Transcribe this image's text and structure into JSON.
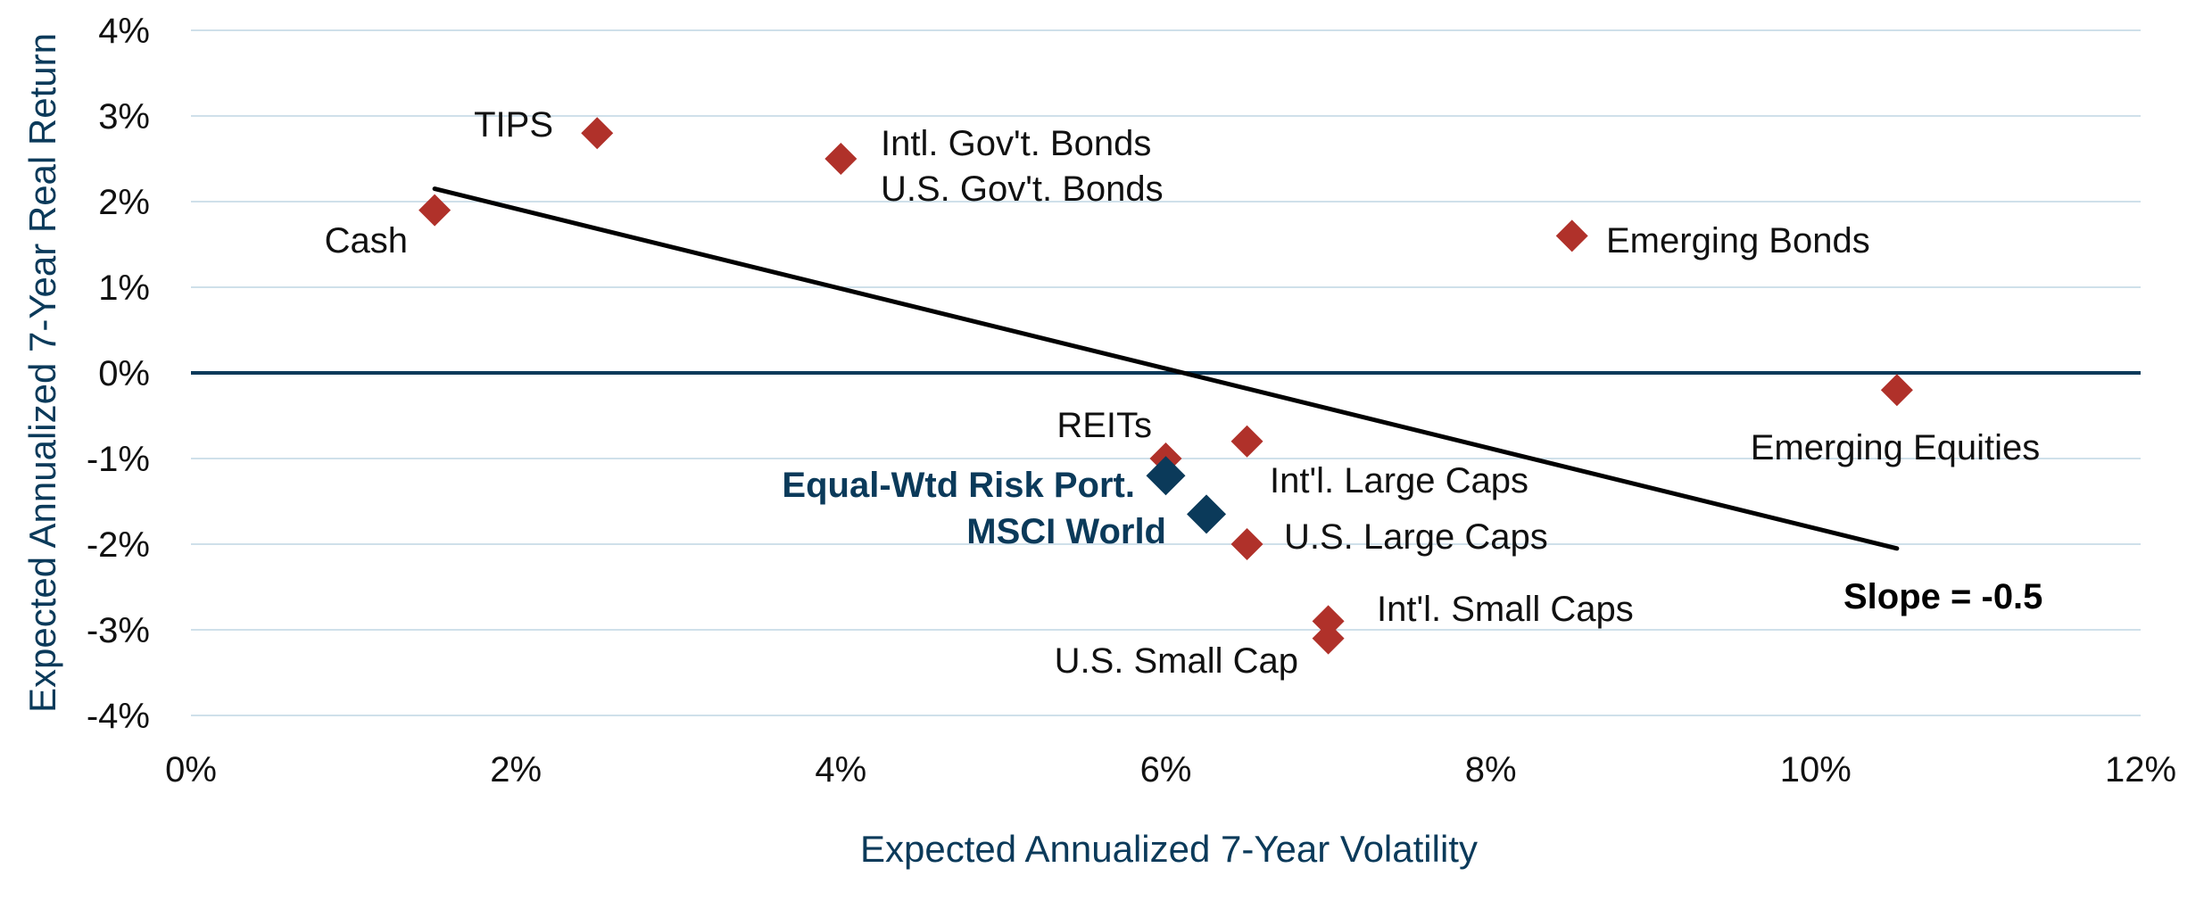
{
  "chart_data": {
    "type": "scatter",
    "title": "",
    "xlabel": "Expected Annualized 7-Year Volatility",
    "ylabel": "Expected Annualized 7-Year Real Return",
    "xlim": [
      0,
      12
    ],
    "ylim": [
      -4,
      4
    ],
    "x_ticks": [
      "0%",
      "2%",
      "4%",
      "6%",
      "8%",
      "10%",
      "12%"
    ],
    "y_ticks": [
      "4%",
      "3%",
      "2%",
      "1%",
      "0%",
      "-1%",
      "-2%",
      "-3%",
      "-4%"
    ],
    "grid": "horizontal",
    "colors": {
      "asset": "#b0312a",
      "highlight": "#0b3a5a",
      "grid": "#cfe0ea",
      "zero_line": "#0b3a5a",
      "fit_line": "#000000"
    },
    "points": [
      {
        "name": "Cash",
        "x": 1.5,
        "y": 1.9,
        "highlight": false
      },
      {
        "name": "TIPS",
        "x": 2.5,
        "y": 2.8,
        "highlight": false
      },
      {
        "name": "Intl. Gov't. Bonds / U.S. Gov't. Bonds",
        "x": 4.0,
        "y": 2.5,
        "highlight": false
      },
      {
        "name": "Emerging Bonds",
        "x": 8.5,
        "y": 1.6,
        "highlight": false
      },
      {
        "name": "Emerging Equities",
        "x": 10.5,
        "y": -0.2,
        "highlight": false
      },
      {
        "name": "REITs",
        "x": 6.0,
        "y": -1.0,
        "highlight": false
      },
      {
        "name": "Int'l. Large Caps",
        "x": 6.5,
        "y": -0.8,
        "highlight": false
      },
      {
        "name": "U.S. Large Caps",
        "x": 6.5,
        "y": -2.0,
        "highlight": false
      },
      {
        "name": "Int'l. Small Caps",
        "x": 7.0,
        "y": -2.9,
        "highlight": false
      },
      {
        "name": "U.S. Small Cap",
        "x": 7.0,
        "y": -3.1,
        "highlight": false
      },
      {
        "name": "Equal-Wtd Risk Port.",
        "x": 6.0,
        "y": -1.2,
        "highlight": true
      },
      {
        "name": "MSCI World",
        "x": 6.25,
        "y": -1.65,
        "highlight": true
      }
    ],
    "labels": {
      "cash": "Cash",
      "tips": "TIPS",
      "intl_govt": "Intl. Gov't. Bonds",
      "us_govt": "U.S. Gov't. Bonds",
      "em_bonds": "Emerging Bonds",
      "em_equities": "Emerging Equities",
      "reits": "REITs",
      "intl_large": "Int'l. Large Caps",
      "us_large": "U.S. Large Caps",
      "intl_small": "Int'l. Small Caps",
      "us_small": "U.S. Small Cap",
      "equal_wtd": "Equal-Wtd Risk Port.",
      "msci_world": "MSCI World"
    },
    "fit_line": {
      "x1": 1.5,
      "y1": 2.15,
      "x2": 10.5,
      "y2": -2.05,
      "slope": -0.5
    },
    "annotation": "Slope = -0.5"
  }
}
